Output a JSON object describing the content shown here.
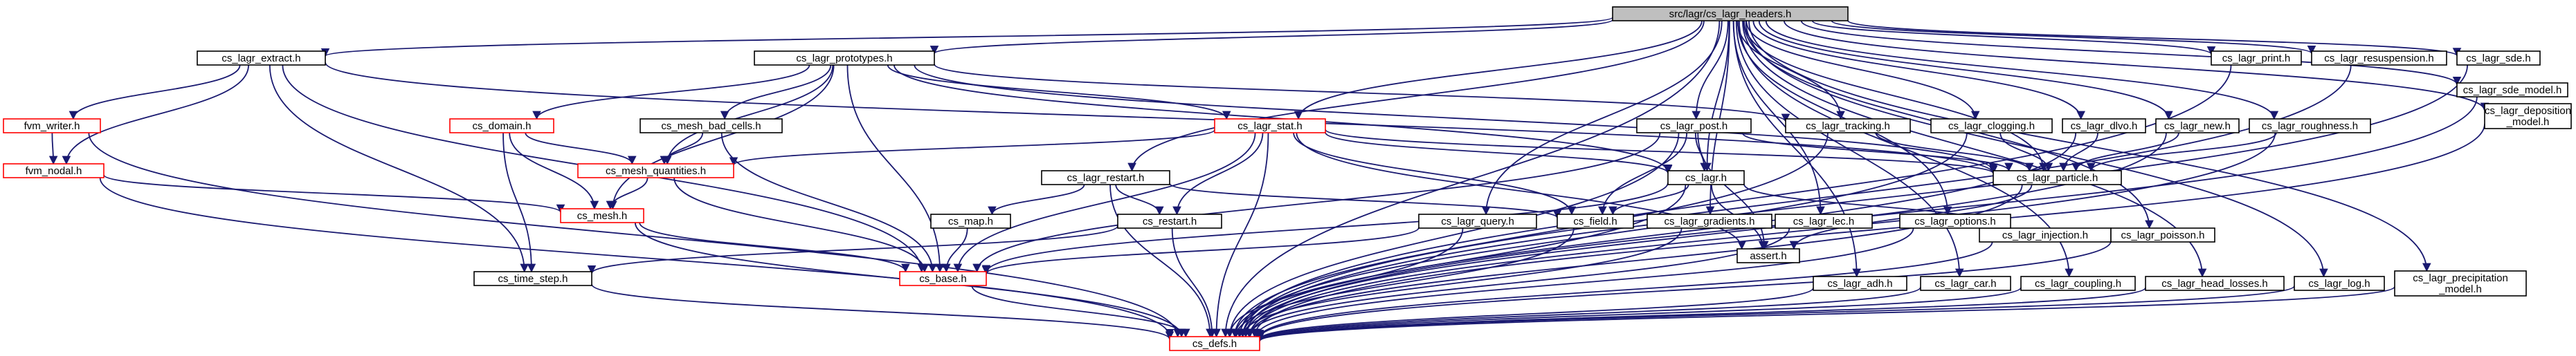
{
  "graph": {
    "colors": {
      "edge": "#191970",
      "root_fill": "#bfbfbf",
      "incomplete_border": "#ff0000",
      "border": "#000000"
    },
    "nodes": [
      {
        "id": "root",
        "label": "src/lagr/cs_lagr_headers.h",
        "root": true
      },
      {
        "id": "extract",
        "label": "cs_lagr_extract.h"
      },
      {
        "id": "prototypes",
        "label": "cs_lagr_prototypes.h"
      },
      {
        "id": "fvm_writer",
        "label": "fvm_writer.h",
        "red": true
      },
      {
        "id": "fvm_nodal",
        "label": "fvm_nodal.h",
        "red": true
      },
      {
        "id": "cs_domain",
        "label": "cs_domain.h",
        "red": true
      },
      {
        "id": "mesh_bad_cells",
        "label": "cs_mesh_bad_cells.h"
      },
      {
        "id": "mesh_quantities",
        "label": "cs_mesh_quantities.h",
        "red": true
      },
      {
        "id": "cs_mesh",
        "label": "cs_mesh.h",
        "red": true
      },
      {
        "id": "time_step",
        "label": "cs_time_step.h"
      },
      {
        "id": "cs_base",
        "label": "cs_base.h",
        "red": true
      },
      {
        "id": "lagr_stat",
        "label": "cs_lagr_stat.h",
        "red": true
      },
      {
        "id": "lagr_restart",
        "label": "cs_lagr_restart.h"
      },
      {
        "id": "cs_map",
        "label": "cs_map.h"
      },
      {
        "id": "cs_restart",
        "label": "cs_restart.h"
      },
      {
        "id": "lagr_post",
        "label": "cs_lagr_post.h"
      },
      {
        "id": "cs_lagr",
        "label": "cs_lagr.h"
      },
      {
        "id": "cs_field",
        "label": "cs_field.h"
      },
      {
        "id": "assert",
        "label": "assert.h"
      },
      {
        "id": "lagr_query",
        "label": "cs_lagr_query.h"
      },
      {
        "id": "lagr_tracking",
        "label": "cs_lagr_tracking.h"
      },
      {
        "id": "lagr_injection",
        "label": "cs_lagr_injection.h"
      },
      {
        "id": "lagr_clogging",
        "label": "cs_lagr_clogging.h"
      },
      {
        "id": "lagr_dlvo",
        "label": "cs_lagr_dlvo.h"
      },
      {
        "id": "lagr_new",
        "label": "cs_lagr_new.h"
      },
      {
        "id": "lagr_roughness",
        "label": "cs_lagr_roughness.h"
      },
      {
        "id": "lagr_particle",
        "label": "cs_lagr_particle.h"
      },
      {
        "id": "lagr_gradients",
        "label": "cs_lagr_gradients.h"
      },
      {
        "id": "lagr_lec",
        "label": "cs_lagr_lec.h"
      },
      {
        "id": "lagr_options",
        "label": "cs_lagr_options.h"
      },
      {
        "id": "lagr_print",
        "label": "cs_lagr_print.h"
      },
      {
        "id": "lagr_resuspension",
        "label": "cs_lagr_resuspension.h"
      },
      {
        "id": "lagr_sde",
        "label": "cs_lagr_sde.h"
      },
      {
        "id": "lagr_sde_model",
        "label": "cs_lagr_sde_model.h"
      },
      {
        "id": "lagr_deposition_model",
        "label": "cs_lagr_deposition_model.h",
        "lines": [
          "cs_lagr_deposition",
          "_model.h"
        ]
      },
      {
        "id": "lagr_poisson",
        "label": "cs_lagr_poisson.h"
      },
      {
        "id": "lagr_precipitation_model",
        "label": "cs_lagr_precipitation_model.h",
        "lines": [
          "cs_lagr_precipitation",
          "_model.h"
        ]
      },
      {
        "id": "lagr_adh",
        "label": "cs_lagr_adh.h"
      },
      {
        "id": "lagr_car",
        "label": "cs_lagr_car.h"
      },
      {
        "id": "lagr_coupling",
        "label": "cs_lagr_coupling.h"
      },
      {
        "id": "lagr_head_losses",
        "label": "cs_lagr_head_losses.h"
      },
      {
        "id": "lagr_log",
        "label": "cs_lagr_log.h"
      },
      {
        "id": "cs_defs",
        "label": "cs_defs.h",
        "red": true
      }
    ],
    "edges": [
      [
        "root",
        "extract"
      ],
      [
        "root",
        "prototypes"
      ],
      [
        "root",
        "lagr_stat"
      ],
      [
        "root",
        "lagr_restart"
      ],
      [
        "root",
        "lagr_post"
      ],
      [
        "root",
        "cs_lagr"
      ],
      [
        "root",
        "lagr_query"
      ],
      [
        "root",
        "lagr_tracking"
      ],
      [
        "root",
        "lagr_clogging"
      ],
      [
        "root",
        "lagr_dlvo"
      ],
      [
        "root",
        "lagr_new"
      ],
      [
        "root",
        "lagr_roughness"
      ],
      [
        "root",
        "lagr_particle"
      ],
      [
        "root",
        "lagr_gradients"
      ],
      [
        "root",
        "lagr_lec"
      ],
      [
        "root",
        "lagr_options"
      ],
      [
        "root",
        "lagr_print"
      ],
      [
        "root",
        "lagr_resuspension"
      ],
      [
        "root",
        "lagr_sde"
      ],
      [
        "root",
        "lagr_sde_model"
      ],
      [
        "root",
        "lagr_deposition_model"
      ],
      [
        "root",
        "lagr_poisson"
      ],
      [
        "root",
        "lagr_precipitation_model"
      ],
      [
        "root",
        "lagr_adh"
      ],
      [
        "root",
        "lagr_car"
      ],
      [
        "root",
        "lagr_coupling"
      ],
      [
        "root",
        "lagr_head_losses"
      ],
      [
        "root",
        "lagr_log"
      ],
      [
        "root",
        "cs_defs"
      ],
      [
        "extract",
        "fvm_writer"
      ],
      [
        "extract",
        "fvm_nodal"
      ],
      [
        "extract",
        "time_step"
      ],
      [
        "extract",
        "cs_base"
      ],
      [
        "extract",
        "lagr_particle"
      ],
      [
        "fvm_writer",
        "fvm_nodal"
      ],
      [
        "fvm_writer",
        "cs_defs"
      ],
      [
        "fvm_nodal",
        "cs_mesh"
      ],
      [
        "fvm_nodal",
        "cs_defs"
      ],
      [
        "prototypes",
        "cs_domain"
      ],
      [
        "prototypes",
        "mesh_bad_cells"
      ],
      [
        "prototypes",
        "mesh_quantities"
      ],
      [
        "prototypes",
        "cs_mesh"
      ],
      [
        "prototypes",
        "cs_base"
      ],
      [
        "prototypes",
        "lagr_stat"
      ],
      [
        "prototypes",
        "cs_lagr"
      ],
      [
        "prototypes",
        "lagr_tracking"
      ],
      [
        "prototypes",
        "lagr_particle"
      ],
      [
        "cs_domain",
        "mesh_quantities"
      ],
      [
        "cs_domain",
        "cs_mesh"
      ],
      [
        "cs_domain",
        "time_step"
      ],
      [
        "mesh_bad_cells",
        "mesh_quantities"
      ],
      [
        "mesh_bad_cells",
        "cs_base"
      ],
      [
        "mesh_quantities",
        "cs_mesh"
      ],
      [
        "mesh_quantities",
        "cs_base"
      ],
      [
        "cs_mesh",
        "cs_base"
      ],
      [
        "cs_mesh",
        "cs_defs"
      ],
      [
        "time_step",
        "cs_defs"
      ],
      [
        "cs_base",
        "cs_defs"
      ],
      [
        "lagr_stat",
        "mesh_quantities"
      ],
      [
        "lagr_stat",
        "cs_base"
      ],
      [
        "lagr_stat",
        "cs_restart"
      ],
      [
        "lagr_stat",
        "cs_field"
      ],
      [
        "lagr_stat",
        "cs_lagr"
      ],
      [
        "lagr_stat",
        "assert"
      ],
      [
        "lagr_stat",
        "lagr_particle"
      ],
      [
        "lagr_stat",
        "cs_defs"
      ],
      [
        "lagr_restart",
        "cs_map"
      ],
      [
        "lagr_restart",
        "cs_restart"
      ],
      [
        "lagr_restart",
        "cs_field"
      ],
      [
        "lagr_restart",
        "cs_defs"
      ],
      [
        "cs_map",
        "cs_base"
      ],
      [
        "cs_restart",
        "time_step"
      ],
      [
        "cs_restart",
        "cs_defs"
      ],
      [
        "lagr_post",
        "cs_lagr"
      ],
      [
        "lagr_post",
        "cs_field"
      ],
      [
        "lagr_post",
        "assert"
      ],
      [
        "lagr_post",
        "lagr_particle"
      ],
      [
        "lagr_post",
        "cs_base"
      ],
      [
        "lagr_post",
        "cs_defs"
      ],
      [
        "cs_lagr",
        "cs_field"
      ],
      [
        "cs_lagr",
        "assert"
      ],
      [
        "cs_lagr",
        "lagr_injection"
      ],
      [
        "cs_lagr",
        "cs_base"
      ],
      [
        "cs_lagr",
        "cs_defs"
      ],
      [
        "cs_field",
        "cs_defs"
      ],
      [
        "lagr_query",
        "cs_base"
      ],
      [
        "lagr_query",
        "cs_defs"
      ],
      [
        "lagr_tracking",
        "lagr_particle"
      ],
      [
        "lagr_tracking",
        "cs_defs"
      ],
      [
        "lagr_injection",
        "cs_defs"
      ],
      [
        "lagr_clogging",
        "lagr_particle"
      ],
      [
        "lagr_clogging",
        "cs_defs"
      ],
      [
        "lagr_dlvo",
        "lagr_particle"
      ],
      [
        "lagr_dlvo",
        "cs_defs"
      ],
      [
        "lagr_new",
        "lagr_particle"
      ],
      [
        "lagr_new",
        "cs_defs"
      ],
      [
        "lagr_roughness",
        "lagr_particle"
      ],
      [
        "lagr_roughness",
        "cs_defs"
      ],
      [
        "lagr_particle",
        "assert"
      ],
      [
        "lagr_particle",
        "cs_defs"
      ],
      [
        "lagr_gradients",
        "cs_defs"
      ],
      [
        "lagr_lec",
        "cs_defs"
      ],
      [
        "lagr_options",
        "cs_defs"
      ],
      [
        "lagr_print",
        "cs_defs"
      ],
      [
        "lagr_resuspension",
        "cs_defs"
      ],
      [
        "lagr_sde",
        "cs_defs"
      ],
      [
        "lagr_sde_model",
        "cs_defs"
      ],
      [
        "lagr_deposition_model",
        "cs_defs"
      ],
      [
        "lagr_poisson",
        "cs_defs"
      ],
      [
        "lagr_precipitation_model",
        "cs_defs"
      ],
      [
        "lagr_adh",
        "cs_defs"
      ],
      [
        "lagr_car",
        "cs_defs"
      ],
      [
        "lagr_coupling",
        "cs_defs"
      ],
      [
        "lagr_head_losses",
        "cs_defs"
      ],
      [
        "lagr_log",
        "cs_defs"
      ]
    ]
  }
}
